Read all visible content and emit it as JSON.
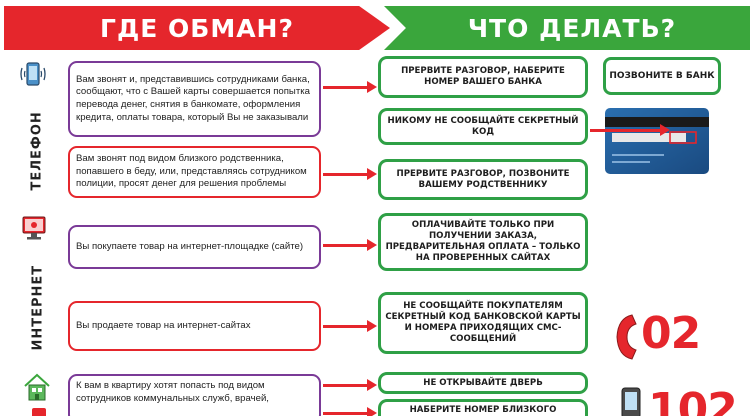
{
  "header": {
    "left_title": "ГДЕ ОБМАН?",
    "right_title": "ЧТО ДЕЛАТЬ?"
  },
  "sections": {
    "phone": "ТЕЛЕФОН",
    "internet": "ИНТЕРНЕТ"
  },
  "scenarios": [
    "Вам звонят и, представившись сотрудниками банка, сообщают, что с Вашей карты совершается попытка перевода денег, снятия в банкомате, оформления кредита, оплаты товара, который Вы не заказывали",
    "Вам звонят под видом близкого родственника, попавшего в беду, или, представляясь сотрудником полиции, просят денег для решения проблемы",
    "Вы покупаете товар на интернет-площадке (сайте)",
    "Вы продаете товар на интернет-сайтах",
    "К вам в квартиру хотят попасть под видом сотрудников коммунальных служб, врачей,"
  ],
  "actions": [
    "ПРЕРВИТЕ РАЗГОВОР, НАБЕРИТЕ НОМЕР ВАШЕГО БАНКА",
    "НИКОМУ НЕ СООБЩАЙТЕ СЕКРЕТНЫЙ КОД",
    "ПРЕРВИТЕ РАЗГОВОР, ПОЗВОНИТЕ ВАШЕМУ РОДСТВЕННИКУ",
    "ОПЛАЧИВАЙТЕ ТОЛЬКО ПРИ ПОЛУЧЕНИИ ЗАКАЗА, ПРЕДВАРИТЕЛЬНАЯ ОПЛАТА – ТОЛЬКО НА ПРОВЕРЕННЫХ САЙТАХ",
    "НЕ СООБЩАЙТЕ ПОКУПАТЕЛЯМ СЕКРЕТНЫЙ КОД БАНКОВСКОЙ КАРТЫ И НОМЕРА ПРИХОДЯЩИХ СМС-СООБЩЕНИЙ",
    "НЕ ОТКРЫВАЙТЕ ДВЕРЬ",
    "НАБЕРИТЕ НОМЕР БЛИЗКОГО"
  ],
  "call_bank": "ПОЗВОНИТЕ В БАНК",
  "emergency": {
    "number_02": "02",
    "number_102": "102"
  },
  "colors": {
    "red": "#e5262c",
    "green": "#3aa63c",
    "purple": "#7a3a97"
  },
  "icons": [
    "phone-icon",
    "computer-icon",
    "house-icon",
    "bank-card-icon",
    "handset-icon",
    "mobile-phone-icon"
  ]
}
